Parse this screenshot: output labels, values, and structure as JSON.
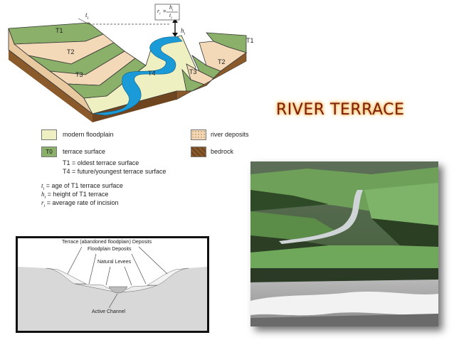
{
  "title": "RIVER TERRACE",
  "block_diagram": {
    "labels": {
      "t1_left": "T1",
      "t2_left": "T2",
      "t3_left": "T3",
      "t4": "T4",
      "t3_right": "T3",
      "t2_right": "T2",
      "t1_right": "T1",
      "age_marker": "t",
      "age_marker_sub": "i",
      "height_marker": "h",
      "height_marker_sub": "i"
    },
    "formula": {
      "lhs": "r",
      "lhs_sub": "i",
      "equals": "=",
      "numerator": "h",
      "numerator_sub": "i",
      "denominator": "t",
      "denominator_sub": "i"
    }
  },
  "legend": {
    "items": [
      {
        "label": "modern floodplain",
        "color": "#eef0c2"
      },
      {
        "label": "river deposits",
        "color": "#f3d9b8"
      },
      {
        "label": "terrace surface",
        "color": "#8bb06a",
        "code": "T0"
      },
      {
        "label": "bedrock",
        "color": "#8b5a2b"
      }
    ],
    "notes": [
      "T1 = oldest terrace surface",
      "T4 = future/youngest terrace surface"
    ],
    "symbols": [
      {
        "symbol": "t",
        "sub": "i",
        "text": "= age of T1 terrace surface"
      },
      {
        "symbol": "h",
        "sub": "i",
        "text": "= height of T1 terrace"
      },
      {
        "symbol": "r",
        "sub": "i",
        "text": "= average rate of incision"
      }
    ]
  },
  "cross_section": {
    "labels": {
      "terrace_deposits": "Terrace (abandoned floodplain) Deposits",
      "floodplain_deposits": "Floodplain Deposits",
      "natural_levees": "Natural Levees",
      "active_channel": "Active Channel"
    }
  },
  "colors": {
    "title_text": "#7a1f10",
    "title_glow": "#f4b24a",
    "terrace_green": "#8bb06a",
    "deposit_tan": "#f3d9b8",
    "bedrock_brown": "#8b5a2b",
    "river_blue": "#1a9ad6",
    "floodplain": "#eef0c2"
  }
}
